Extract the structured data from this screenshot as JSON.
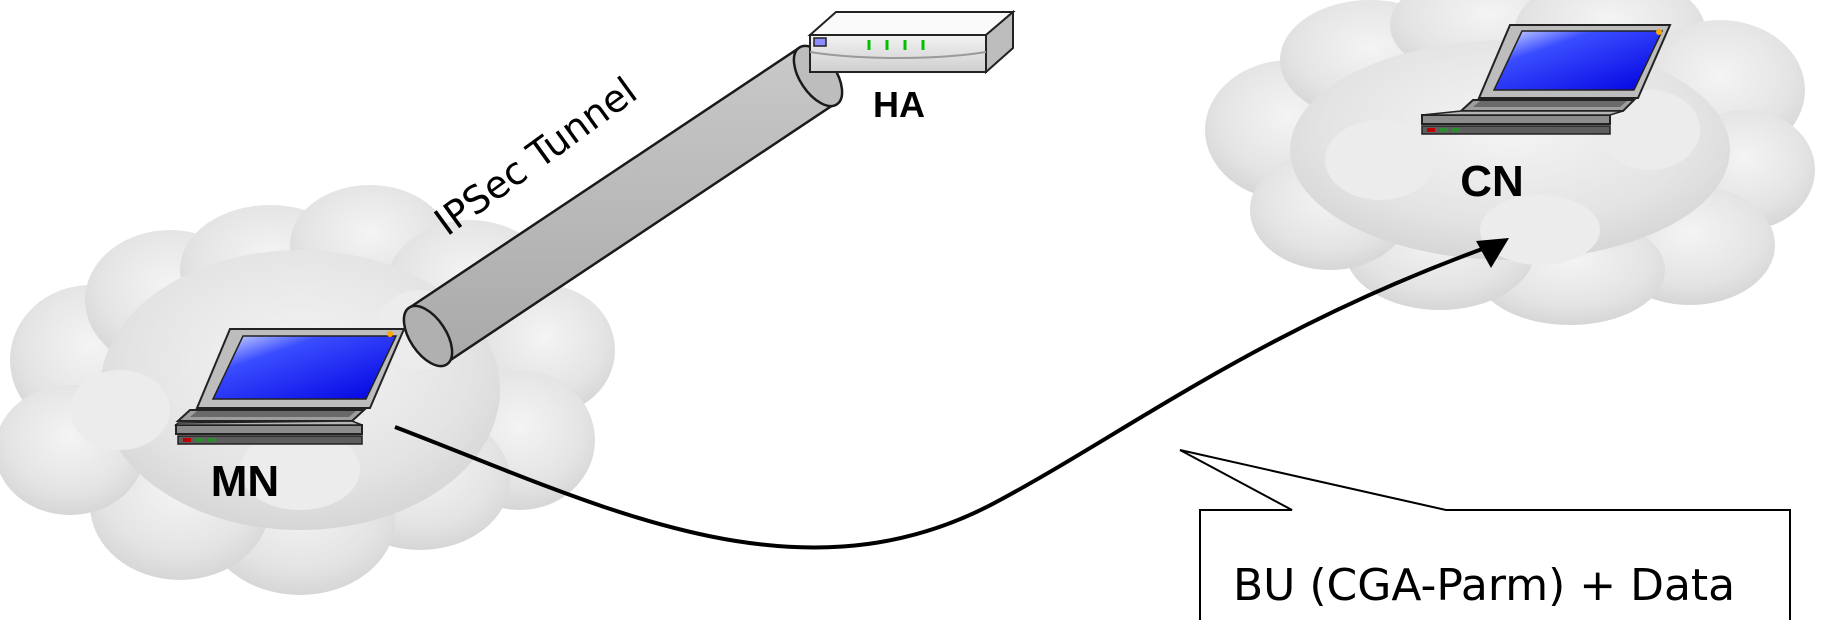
{
  "diagram": {
    "nodes": {
      "mn": {
        "label": "MN"
      },
      "ha": {
        "label": "HA"
      },
      "cn": {
        "label": "CN"
      }
    },
    "tunnel": {
      "label": "IPSec Tunnel"
    },
    "message": {
      "label": "BU (CGA-Parm) + Data"
    }
  }
}
